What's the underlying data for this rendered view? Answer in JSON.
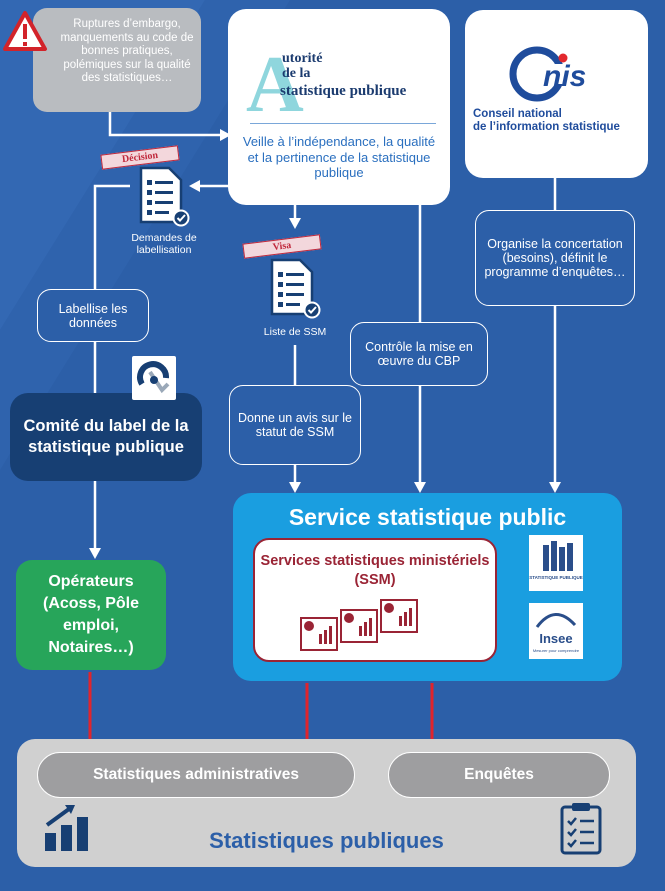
{
  "warning": {
    "text": "Ruptures d’embargo, manquements au code de bonnes pratiques, polémiques sur la qualité des statistiques…"
  },
  "asp": {
    "logo_letter": "A",
    "logo_line1": "utorité",
    "logo_line2": "de la",
    "logo_line3": "statistique publique",
    "description": "Veille à l’indépendance, la qualité et la pertinence de la statistique publique"
  },
  "cnis": {
    "logo": "Cnis",
    "name_line1": "Conseil national",
    "name_line2": "de l’information statistique"
  },
  "decision": {
    "stamp": "Décision",
    "label": "Demandes de labellisation"
  },
  "visa": {
    "stamp": "Visa",
    "label": "Liste de SSM"
  },
  "bubbles": {
    "labellise": "Labellise les données",
    "avis": "Donne un avis sur le statut de SSM",
    "controle": "Contrôle la mise en œuvre du CBP",
    "organise": "Organise la concertation (besoins), définit le programme d’enquêtes…"
  },
  "comite": {
    "title": "Comité du label de la statistique publique"
  },
  "operateurs": {
    "title": "Opérateurs (Acoss, Pôle emploi, Notaires…)"
  },
  "ssp": {
    "title": "Service statistique public",
    "ssm": "Services statistiques ministériels (SSM)",
    "logo1_text": "STATISTIQUE PUBLIQUE",
    "insee": "Insee",
    "insee_tagline": "Mesurer pour comprendre"
  },
  "bottom": {
    "admin": "Statistiques administratives",
    "enquetes": "Enquêtes",
    "title": "Statistiques publiques"
  },
  "colors": {
    "background": "#2c5fa8",
    "green": "#27a55a",
    "navy": "#173f73",
    "cyan": "#1a9ee0",
    "ssm_red": "#9a2435",
    "arrow_red": "#e0242c"
  }
}
